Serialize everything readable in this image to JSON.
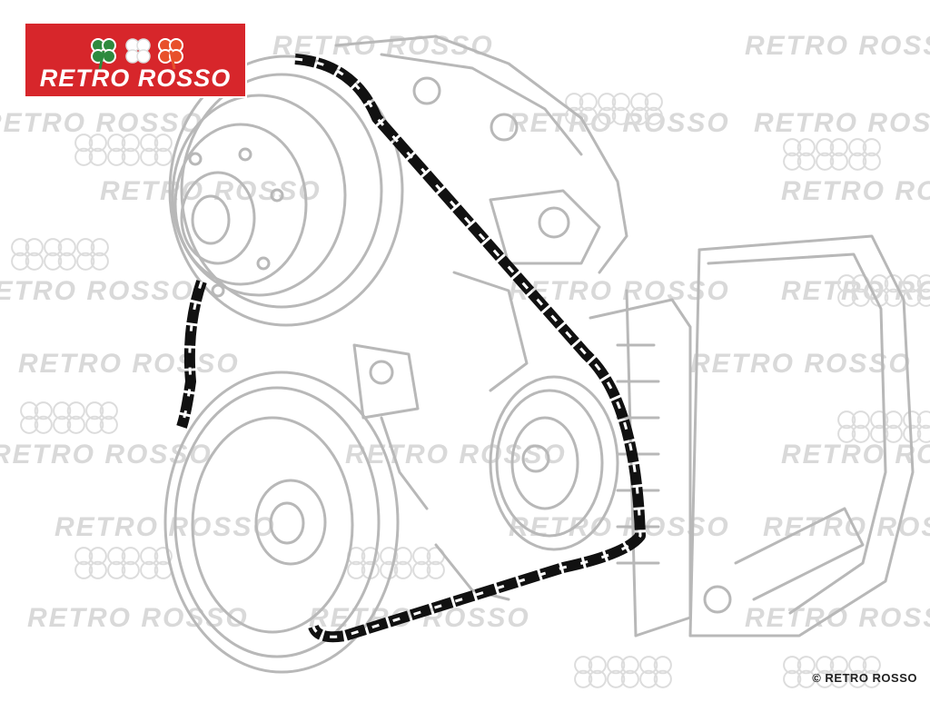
{
  "brand": {
    "logo_text": "RETRO ROSSO",
    "watermark_text": "RETRO ROSSO",
    "copyright": "© RETRO ROSSO"
  },
  "illustration": {
    "icon": "engine-belt-drive-illustration"
  },
  "colors": {
    "logo_background": "#d7262b",
    "clover_green": "#2e8a3e",
    "clover_orange": "#e8502a",
    "line_gray": "#b8b8b8",
    "belt": "#111111",
    "watermark": "#d9d9d9"
  }
}
